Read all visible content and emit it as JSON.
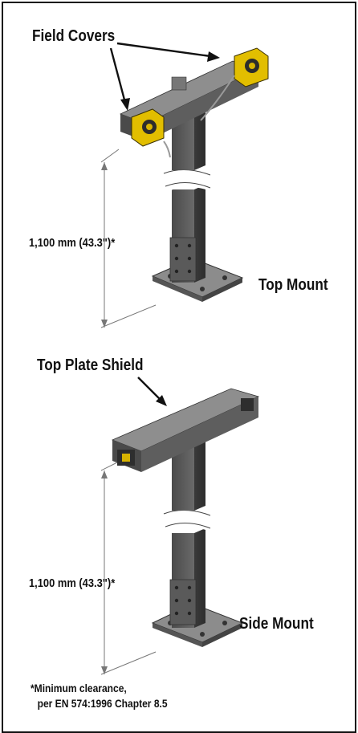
{
  "top": {
    "callout": "Field Covers",
    "dimension": "1,100 mm (43.3\")*",
    "mount_label": "Top Mount"
  },
  "side": {
    "callout": "Top Plate Shield",
    "dimension": "1,100 mm (43.3\")*",
    "mount_label": "Side Mount"
  },
  "footnote": {
    "line1": "*Minimum clearance,",
    "line2": "per EN 574:1996 Chapter 8.5"
  },
  "colors": {
    "frame": "#111111",
    "steel_light": "#8a8a8a",
    "steel_mid": "#5f5f5f",
    "steel_dark": "#3a3a3a",
    "sensor_yellow": "#e8c400"
  }
}
